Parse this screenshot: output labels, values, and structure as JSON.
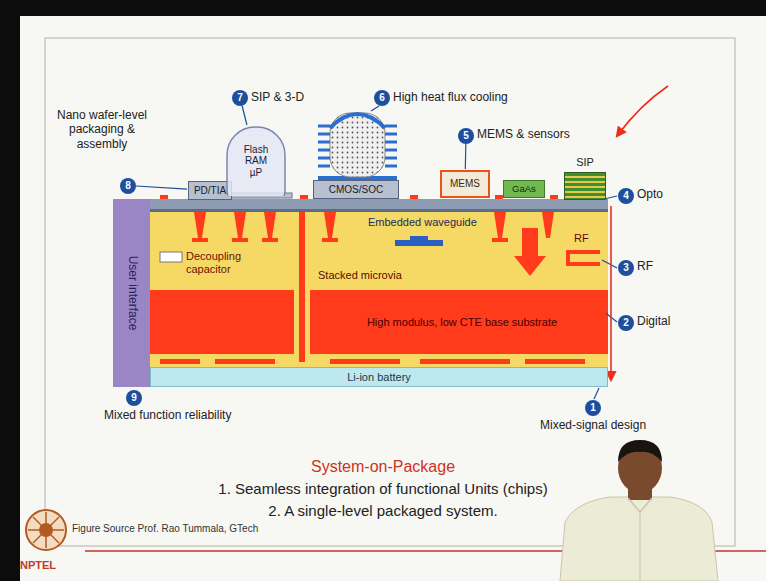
{
  "diagram": {
    "title": "System-on-Package",
    "nodes": [
      {
        "text": [
          "8"
        ]
      },
      {
        "text": [
          "7"
        ]
      },
      {
        "text": [
          "6"
        ]
      },
      {
        "text": [
          "5"
        ]
      },
      {
        "text": [
          "4"
        ]
      },
      {
        "text": [
          "PD/TIA"
        ]
      },
      {
        "text": [
          "Flash RAM µP"
        ]
      },
      {
        "text": [
          "CMOS/SOC"
        ]
      },
      {
        "text": [
          "MEMS"
        ]
      },
      {
        "text": [
          "GaAs"
        ]
      },
      {
        "text": [
          "SIP"
        ]
      },
      {
        "text": [
          "User interface"
        ]
      },
      {
        "text": [
          "3"
        ]
      },
      {
        "text": [
          "High modulus, low CTE base substrate"
        ]
      },
      {
        "text": [
          "2"
        ]
      },
      {
        "text": [
          "Li-ion battery"
        ]
      },
      {
        "text": [
          "9"
        ]
      },
      {
        "text": [
          "1"
        ]
      }
    ],
    "edges": [
      {
        "from": 0,
        "to": 5,
        "arrow": "none"
      },
      {
        "from": 1,
        "to": 6,
        "arrow": "none"
      },
      {
        "from": 3,
        "to": 8,
        "arrow": "none"
      }
    ],
    "labels": [
      "Nano wafer-level packaging & assembly",
      "SIP & 3-D",
      "High heat flux cooling",
      "MEMS & sensors",
      "Opto",
      "Embedded waveguide",
      "RF",
      "RF",
      "Decoupling capacitor",
      "Stacked microvia",
      "Digital",
      "Mixed function reliability",
      "Mixed-signal design",
      "1. Seamless integration of functional Units (chips)",
      "2. A single-level packaged system.",
      "Figure Source Prof. Rao Tummala, GTech",
      "NPTEL"
    ]
  }
}
